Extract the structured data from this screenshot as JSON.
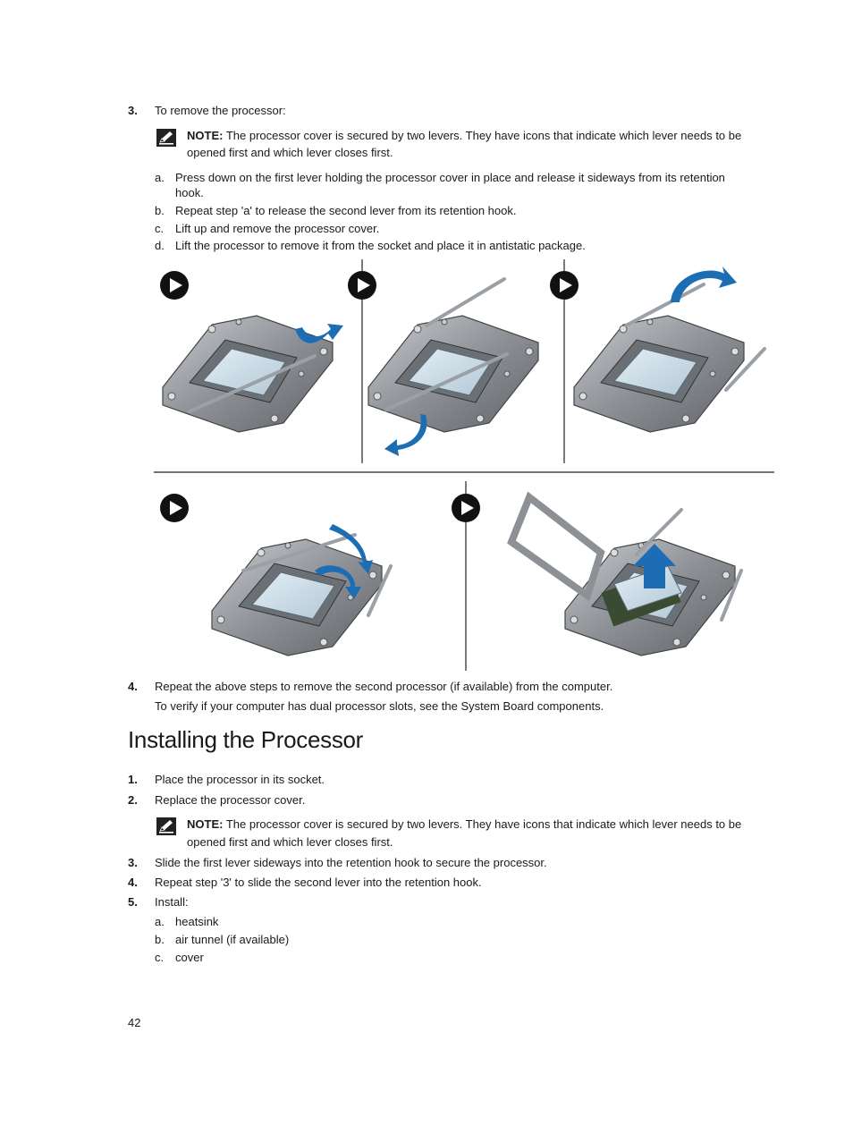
{
  "removal": {
    "step3": {
      "num": "3.",
      "text": "To remove the processor:"
    },
    "note": {
      "label": "NOTE:",
      "line1": "The processor cover is secured by two levers. They have icons that indicate which lever needs to be",
      "line2": "opened first and which lever closes first."
    },
    "substeps": [
      {
        "letter": "a.",
        "line1": "Press down on the first lever holding the processor cover in place and release it sideways from its retention",
        "line2": "hook."
      },
      {
        "letter": "b.",
        "line1": "Repeat step 'a' to release the second lever from its retention hook."
      },
      {
        "letter": "c.",
        "line1": "Lift up and remove the processor cover."
      },
      {
        "letter": "d.",
        "line1": "Lift the processor to remove it from the socket and place it in antistatic package."
      }
    ],
    "step4": {
      "num": "4.",
      "text": "Repeat the above steps to remove the second processor (if available) from the computer.",
      "sub": "To verify if your computer has dual processor slots, see the System Board components."
    }
  },
  "installing": {
    "title": "Installing the Processor",
    "steps": [
      {
        "num": "1.",
        "text": "Place the processor in its socket."
      },
      {
        "num": "2.",
        "text": "Replace the processor cover."
      },
      {
        "num": "3.",
        "text": "Slide the first lever sideways into the retention hook to secure the processor."
      },
      {
        "num": "4.",
        "text": "Repeat step '3' to slide the second lever into the retention hook."
      },
      {
        "num": "5.",
        "text": "Install:"
      }
    ],
    "note": {
      "label": "NOTE:",
      "line1": "The processor cover is secured by two levers. They have icons that indicate which lever needs to be",
      "line2": "opened first and which lever closes first."
    },
    "install_items": [
      {
        "letter": "a.",
        "text": "heatsink"
      },
      {
        "letter": "b.",
        "text": "air tunnel (if available)"
      },
      {
        "letter": "c.",
        "text": "cover"
      }
    ]
  },
  "page_number": "42",
  "colors": {
    "arrow": "#1d6db5",
    "metal": "#9a9ea3",
    "chip": "#c9dbe6"
  }
}
